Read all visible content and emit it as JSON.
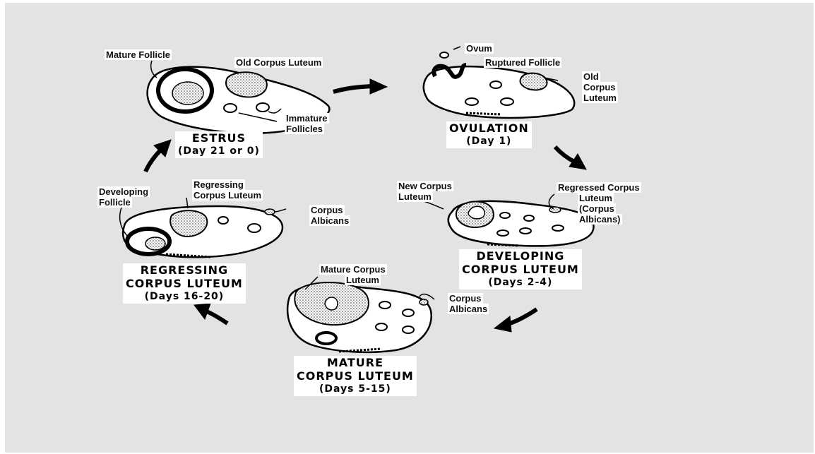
{
  "stages": {
    "estrus": {
      "title": "ESTRUS",
      "days": "(Day 21 or 0)"
    },
    "ovulation": {
      "title": "OVULATION",
      "days": "(Day 1)"
    },
    "developing": {
      "title_line1": "DEVELOPING",
      "title_line2": "CORPUS LUTEUM",
      "days": "(Days 2-4)"
    },
    "mature": {
      "title_line1": "MATURE",
      "title_line2": "CORPUS LUTEUM",
      "days": "(Days 5-15)"
    },
    "regressing": {
      "title_line1": "REGRESSING",
      "title_line2": "CORPUS LUTEUM",
      "days": "(Days 16-20)"
    }
  },
  "labels": {
    "mature_follicle": "Mature Follicle",
    "old_corpus_luteum": "Old Corpus Luteum",
    "immature_follicles_1": "Immature",
    "immature_follicles_2": "Follicles",
    "ovum": "Ovum",
    "ruptured_follicle": "Ruptured Follicle",
    "old_cl_1": "Old",
    "old_cl_2": "Corpus",
    "old_cl_3": "Luteum",
    "new_cl_1": "New Corpus",
    "new_cl_2": "Luteum",
    "regressed_cl_1": "Regressed Corpus",
    "regressed_cl_2": "Luteum",
    "regressed_cl_3": "(Corpus",
    "regressed_cl_4": "Albicans)",
    "mature_cl_1": "Mature Corpus",
    "mature_cl_2": "Luteum",
    "ca_mature_1": "Corpus",
    "ca_mature_2": "Albicans",
    "developing_follicle_1": "Developing",
    "developing_follicle_2": "Follicle",
    "regressing_cl_1": "Regressing",
    "regressing_cl_2": "Corpus Luteum",
    "ca_regress_1": "Corpus",
    "ca_regress_2": "Albicans"
  },
  "colors": {
    "background": "#e3e3e3",
    "ink": "#000000",
    "paper": "#ffffff"
  }
}
